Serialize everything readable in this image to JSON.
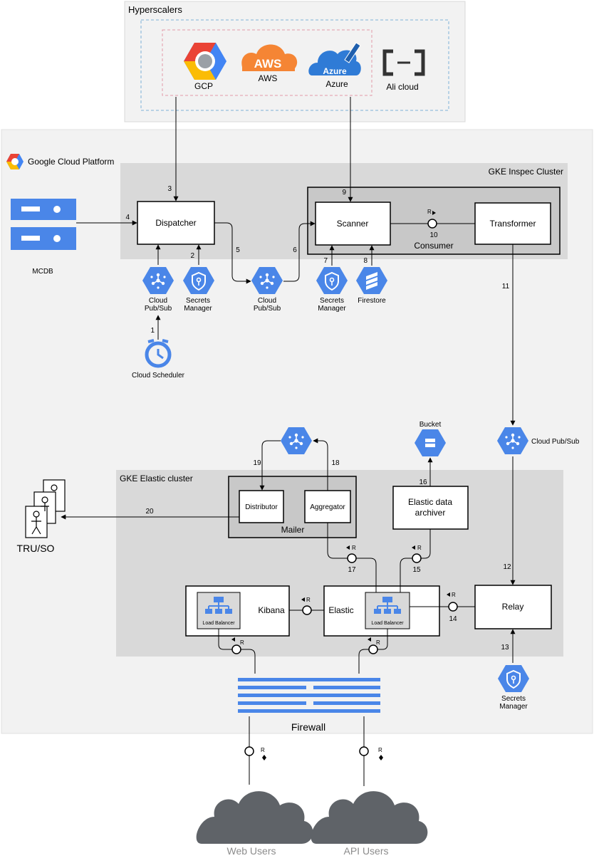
{
  "hyperscalers": {
    "title": "Hyperscalers",
    "gcp_label": "GCP",
    "aws_logo_text": "AWS",
    "aws_label": "AWS",
    "azure_logo_text": "Azure",
    "azure_label": "Azure",
    "ali_label": "Ali cloud"
  },
  "gcp_platform": {
    "title": "Google Cloud Platform",
    "mcdb_label": "MCDB",
    "dispatcher": "Dispatcher",
    "pubsub_1_line1": "Cloud",
    "pubsub_1_line2": "Pub/Sub",
    "secrets_1_line1": "Secrets",
    "secrets_1_line2": "Manager",
    "pubsub_2_line1": "Cloud",
    "pubsub_2_line2": "Pub/Sub",
    "secrets_2_line1": "Secrets",
    "secrets_2_line2": "Manager",
    "firestore": "Firestore",
    "scheduler": "Cloud Scheduler",
    "pubsub_3": "Cloud Pub/Sub",
    "bucket": "Bucket",
    "secrets_3_line1": "Secrets",
    "secrets_3_line2": "Manager"
  },
  "inspec_cluster": {
    "title": "GKE Inspec Cluster",
    "scanner": "Scanner",
    "transformer": "Transformer",
    "consumer": "Consumer"
  },
  "elastic_cluster": {
    "title": "GKE Elastic cluster",
    "distributor": "Distributor",
    "aggregator": "Aggregator",
    "mailer": "Mailer",
    "archiver_line1": "Elastic data",
    "archiver_line2": "archiver",
    "kibana": "Kibana",
    "elastic": "Elastic",
    "relay": "Relay",
    "load_balancer": "Load Balancer"
  },
  "firewall_label": "Firewall",
  "tru_so_label": "TRU/SO",
  "web_users": "Web Users",
  "api_users": "API Users",
  "r_marker": "R",
  "steps": {
    "s1": "1",
    "s2": "2",
    "s3": "3",
    "s4": "4",
    "s5": "5",
    "s6": "6",
    "s7": "7",
    "s8": "8",
    "s9": "9",
    "s10": "10",
    "s11": "11",
    "s12": "12",
    "s13": "13",
    "s14": "14",
    "s15": "15",
    "s16": "16",
    "s17": "17",
    "s18": "18",
    "s19": "19",
    "s20": "20"
  },
  "colors": {
    "gcp_blue": "#4a86e8",
    "cloud_grey": "#5f6368",
    "panel_light": "#f2f2f2",
    "panel_mid": "#d9d9d9",
    "mailer_grey": "#c8c8c8",
    "aws_orange": "#f58534",
    "azure_blue": "#2f7bd6"
  }
}
